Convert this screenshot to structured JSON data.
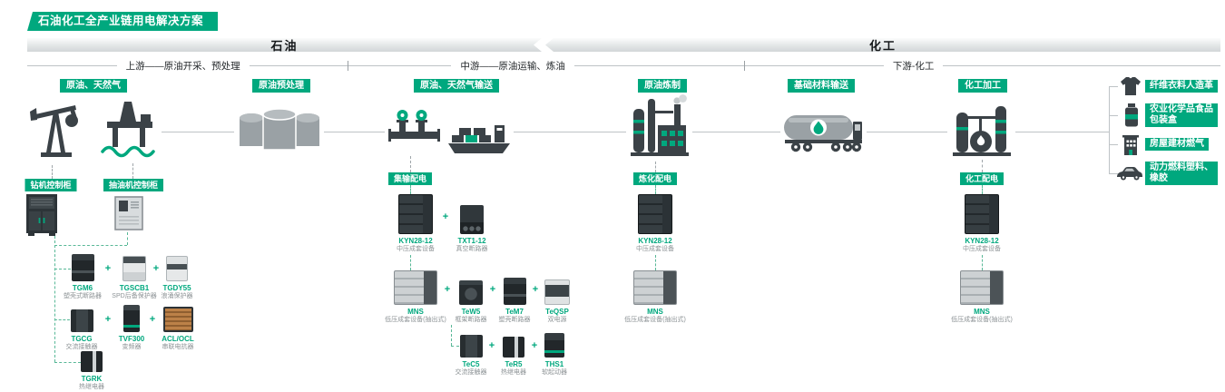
{
  "colors": {
    "accent": "#00a87e",
    "icon_dark": "#3b4247",
    "tank_gray": "#9aa1a5"
  },
  "title": "石油化工全产业链用电解决方案",
  "sections": {
    "oil": "石油",
    "chemical": "化工"
  },
  "stages": {
    "upstream": "上游——原油开采、预处理",
    "midstream": "中游——原油运输、炼油",
    "downstream": "下游-化工"
  },
  "process_badges": {
    "crude_gas": "原油、天然气",
    "pretreat": "原油预处理",
    "transport": "原油、天然气输送",
    "refine": "原油炼制",
    "materials": "基础材料输送",
    "processing": "化工加工"
  },
  "end_uses": {
    "fiber": "纤维衣料人造革",
    "agro1": "农业化学品食品",
    "agro2": "包装盒",
    "housing": "房屋建材燃气",
    "fuel1": "动力燃料塑料、",
    "fuel2": "橡胶"
  },
  "panel_badges": {
    "drill": "钻机控制柜",
    "pump": "抽油机控制柜",
    "gathering": "集输配电",
    "refinery": "炼化配电",
    "chemical": "化工配电"
  },
  "plus": "+",
  "products": {
    "tgm6": {
      "name": "TGM6",
      "desc": "塑壳式断路器"
    },
    "tgscb1": {
      "name": "TGSCB1",
      "desc": "SPD后备保护器"
    },
    "tgdy55": {
      "name": "TGDY55",
      "desc": "浪涌保护器"
    },
    "tgcg": {
      "name": "TGCG",
      "desc": "交流接触器"
    },
    "tvf300": {
      "name": "TVF300",
      "desc": "变频器"
    },
    "aclocl": {
      "name": "ACL/OCL",
      "desc": "串联电抗器"
    },
    "tgrk": {
      "name": "TGRK",
      "desc": "热继电器"
    },
    "kyn_g": {
      "name": "KYN28-12",
      "desc": "中压成套设备"
    },
    "txt1": {
      "name": "TXT1-12",
      "desc": "真空断路器"
    },
    "mns_g": {
      "name": "MNS",
      "desc": "低压成套设备(抽出式)"
    },
    "tew5": {
      "name": "TeW5",
      "desc": "框架断路器"
    },
    "tem7": {
      "name": "TeM7",
      "desc": "塑壳断路器"
    },
    "teqsp": {
      "name": "TeQSP",
      "desc": "双电源"
    },
    "tec5": {
      "name": "TeC5",
      "desc": "交流接触器"
    },
    "ter5": {
      "name": "TeR5",
      "desc": "热继电器"
    },
    "ths1": {
      "name": "THS1",
      "desc": "软起动器"
    },
    "kyn_r": {
      "name": "KYN28-12",
      "desc": "中压成套设备"
    },
    "mns_r": {
      "name": "MNS",
      "desc": "低压成套设备(抽出式)"
    },
    "kyn_c": {
      "name": "KYN28-12",
      "desc": "中压成套设备"
    },
    "mns_c": {
      "name": "MNS",
      "desc": "低压成套设备(抽出式)"
    }
  }
}
